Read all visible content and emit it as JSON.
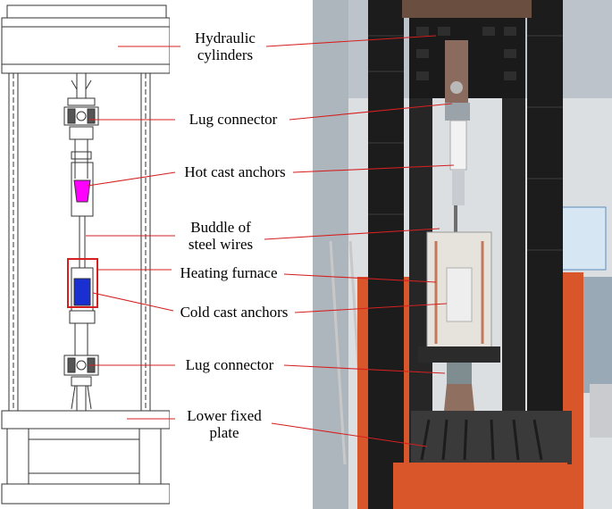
{
  "labels": {
    "hydraulic_cylinders": [
      "Hydraulic",
      "cylinders"
    ],
    "lug_connector_top": "Lug connector",
    "hot_cast_anchors": "Hot cast anchors",
    "buddle_of_steel_wires": [
      "Buddle of",
      "steel wires"
    ],
    "heating_furnace": "Heating furnace",
    "cold_cast_anchors": "Cold cast anchors",
    "lug_connector_bottom": "Lug connector",
    "lower_fixed_plate": [
      "Lower fixed",
      "plate"
    ]
  },
  "colors": {
    "leader_line": "#d42020",
    "hot_anchor_fill": "#ff00ff",
    "cold_anchor_fill": "#1a2fd0",
    "furnace_box": "#d42020",
    "drawing_stroke": "#333333",
    "orange_frame": "#d9552a",
    "black_column": "#1c1c1c"
  }
}
